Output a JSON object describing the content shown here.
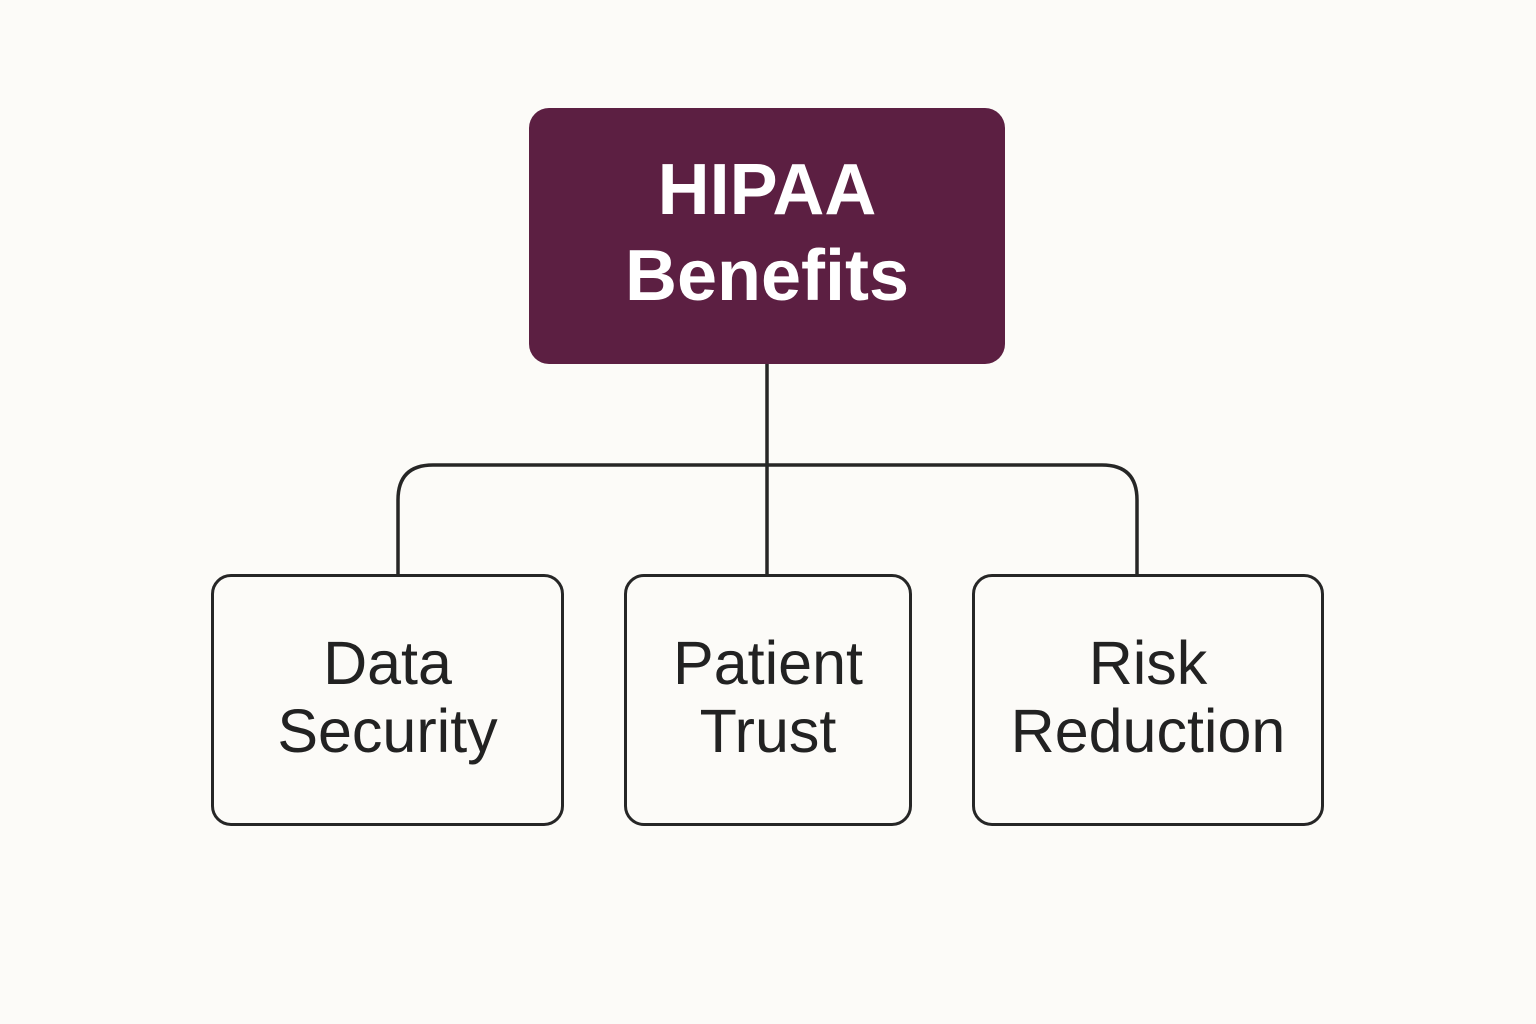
{
  "diagram": {
    "colors": {
      "background": "#fcfbf8",
      "root_fill": "#5c1f42",
      "root_text": "#ffffff",
      "line": "#262626",
      "child_text": "#222222"
    },
    "root": {
      "lines": [
        "HIPAA",
        "Benefits"
      ]
    },
    "children": [
      {
        "lines": [
          "Data",
          "Security"
        ]
      },
      {
        "lines": [
          "Patient",
          "Trust"
        ]
      },
      {
        "lines": [
          "Risk",
          "Reduction"
        ]
      }
    ]
  }
}
